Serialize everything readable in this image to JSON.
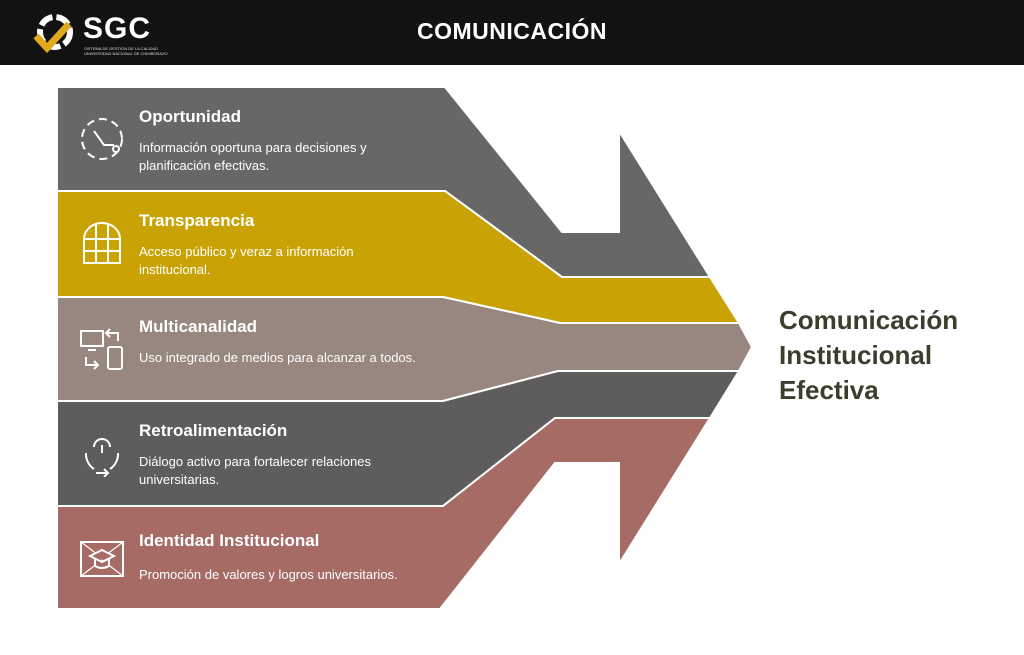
{
  "header": {
    "logo_text": "SGC",
    "logo_subtitle_1": "SISTEMA DE GESTIÓN DE LA CALIDAD",
    "logo_subtitle_2": "UNIVERSIDAD NACIONAL DE CHIMBORAZO",
    "title": "COMUNICACIÓN"
  },
  "colors": {
    "gray": "#676767",
    "yellow": "#C9A305",
    "taupe": "#97877E",
    "dark": "#5E5C5D",
    "rose": "#A56B64",
    "result": "#3a3f2c"
  },
  "items": [
    {
      "title": "Oportunidad",
      "description": "Información oportuna para decisiones y planificación efectivas.",
      "icon": "clock-icon"
    },
    {
      "title": "Transparencia",
      "description": "Acceso público y veraz a información institucional.",
      "icon": "window-icon"
    },
    {
      "title": "Multicanalidad",
      "description": "Uso integrado de medios para alcanzar a todos.",
      "icon": "devices-icon"
    },
    {
      "title": "Retroalimentación",
      "description": "Diálogo activo para fortalecer relaciones universitarias.",
      "icon": "feedback-cycle-icon"
    },
    {
      "title": "Identidad Institucional",
      "description": "Promoción de valores y logros universitarios.",
      "icon": "graduation-cap-icon"
    }
  ],
  "result": {
    "line1": "Comunicación",
    "line2": "Institucional",
    "line3": "Efectiva"
  }
}
